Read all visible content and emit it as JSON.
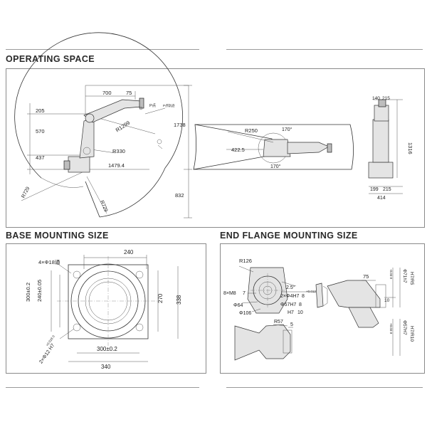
{
  "sections": {
    "operating_space": "OPERATING SPACE",
    "base_mounting": "BASE MOUNTING SIZE",
    "end_flange": "END FLANGE MOUNTING SIZE"
  },
  "operating": {
    "side": {
      "d700": "700",
      "d75": "75",
      "d205": "205",
      "d570": "570",
      "d437": "437",
      "r1299": "R1299",
      "r330": "R330",
      "d1479": "1479.4",
      "r729a": "R729",
      "r729b": "R729",
      "d1738": "1738",
      "d832": "832",
      "p_point": "P点",
      "p_label": "P点轨迹"
    },
    "top": {
      "r250": "R250",
      "d4225": "422.5",
      "a170a": "170°",
      "a170b": "170°"
    },
    "front": {
      "d140": "140",
      "d215a": "215",
      "d1316": "1316",
      "d199": "199",
      "d215b": "215",
      "d414": "414"
    }
  },
  "base": {
    "d240": "240",
    "holes": "4×Φ18通",
    "d270": "270",
    "d338": "338",
    "d300v": "300±0.2",
    "d240v": "240±0.05",
    "pins": "2×Φ12 H7",
    "pins_tol": "+0.018 0",
    "d300h": "300±0.2",
    "d340": "340"
  },
  "flange": {
    "r126": "R126",
    "a25": "2.5°",
    "h8m": "8×M8",
    "depth": "7",
    "h4h7": "2×Φ4H7",
    "depth8": "8",
    "tol12": "+0.012 0",
    "d57": "Φ57H7",
    "depth8b": "8",
    "d64": "Φ64",
    "d106": "Φ106",
    "h7": "H7",
    "d10": "10",
    "r57": "R57",
    "d5": "5",
    "d75": "75",
    "d71h7": "Φ71h7",
    "d71tol": "-0.03 0",
    "h7r5": "H7/R5",
    "d10b": "10",
    "d57b": "Φ57H7",
    "d57tol": "+0.03 0",
    "h7r10": "H7/R10"
  }
}
